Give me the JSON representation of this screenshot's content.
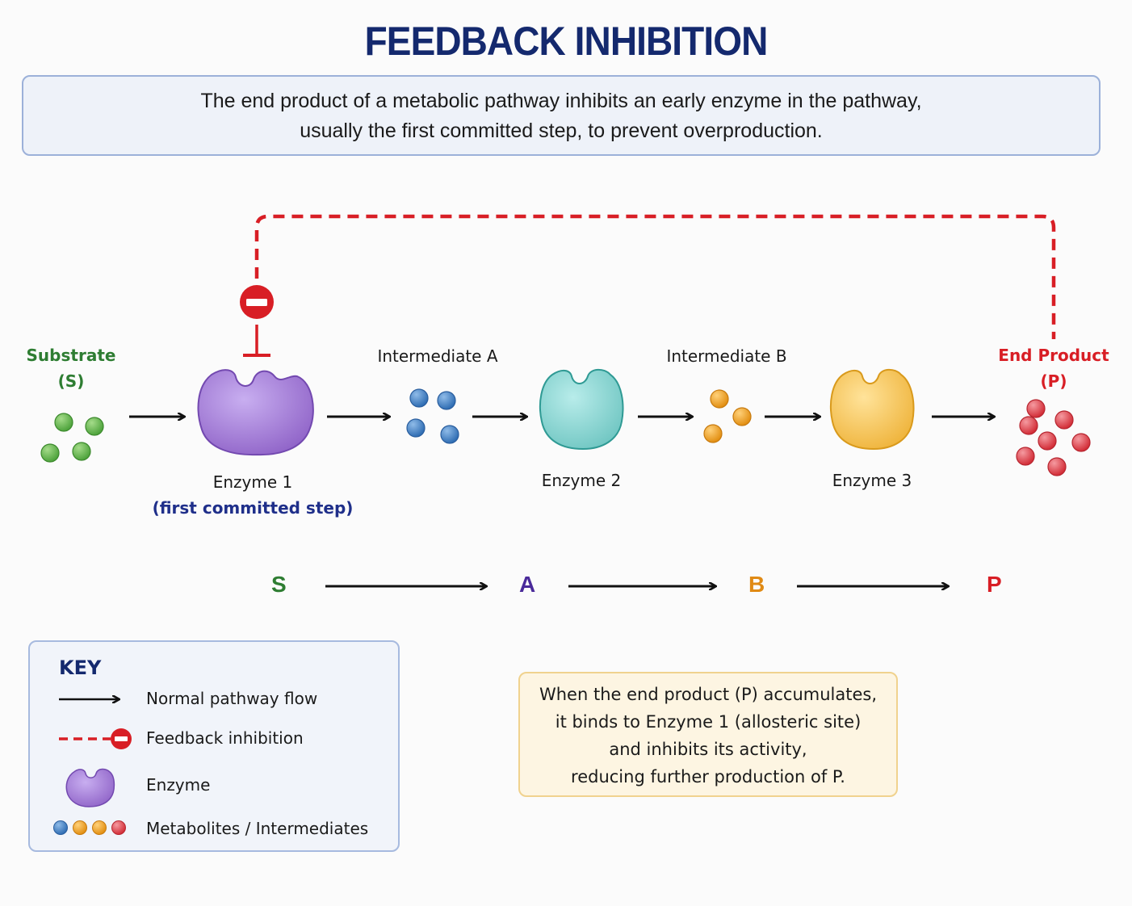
{
  "title": "FEEDBACK INHIBITION",
  "definition": {
    "lines": [
      "The end product of a metabolic pathway inhibits an early enzyme in the pathway,",
      "usually the first committed step, to prevent overproduction."
    ]
  },
  "pathway": {
    "substrate": {
      "label": "Substrate",
      "symbol": "(S)",
      "color": "#2e7d32",
      "molecule_color": "#5cb54a",
      "count": 4
    },
    "enzyme1": {
      "label": "Enzyme 1",
      "note": "(first committed step)",
      "color": "#9b72cf"
    },
    "intermediate_a": {
      "label": "Intermediate A",
      "molecule_color": "#3f7fc4",
      "count": 4
    },
    "enzyme2": {
      "label": "Enzyme 2",
      "color": "#7fd0cc"
    },
    "intermediate_b": {
      "label": "Intermediate B",
      "molecule_color": "#f0a024",
      "count": 3
    },
    "enzyme3": {
      "label": "Enzyme 3",
      "color": "#f4bd45"
    },
    "end_product": {
      "label": "End Product",
      "symbol": "(P)",
      "color": "#d81e25",
      "molecule_color": "#e2454d",
      "count": 7
    },
    "feedback_color": "#d81e25"
  },
  "equation": {
    "terms": [
      {
        "text": "S",
        "color": "#2e7d32"
      },
      {
        "text": "A",
        "color": "#4a2a9a"
      },
      {
        "text": "B",
        "color": "#e08a14"
      },
      {
        "text": "P",
        "color": "#d81e25"
      }
    ]
  },
  "key": {
    "title": "KEY",
    "items": [
      {
        "icon": "arrow-icon",
        "label": "Normal pathway flow"
      },
      {
        "icon": "inhibition-icon",
        "label": "Feedback inhibition"
      },
      {
        "icon": "enzyme-icon",
        "label": "Enzyme"
      },
      {
        "icon": "metabolites-icon",
        "label": "Metabolites / Intermediates"
      }
    ],
    "metabolite_colors": [
      "#3f7fc4",
      "#f0a024",
      "#f0a024",
      "#e2454d"
    ]
  },
  "note": {
    "lines": [
      "When the end product (P) accumulates,",
      "it binds to Enzyme 1 (allosteric site)",
      "and inhibits its activity,",
      "reducing further production of P."
    ]
  }
}
